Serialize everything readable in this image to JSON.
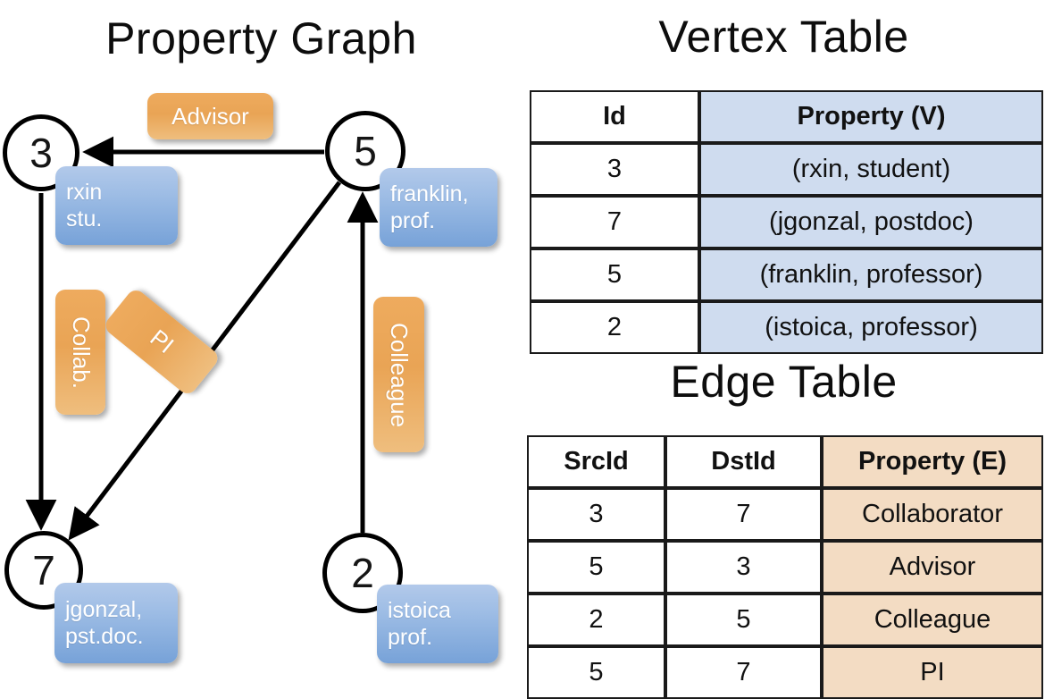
{
  "titles": {
    "property_graph": "Property Graph",
    "vertex_table": "Vertex Table",
    "edge_table": "Edge Table"
  },
  "graph": {
    "vertices": [
      {
        "id": "3",
        "property_label": "rxin\nstu.",
        "name_line": "rxin",
        "role_line": "stu."
      },
      {
        "id": "5",
        "property_label": "franklin,\nprof.",
        "name_line": "franklin,",
        "role_line": "prof."
      },
      {
        "id": "7",
        "property_label": "jgonzal,\npst.doc.",
        "name_line": "jgonzal,",
        "role_line": "pst.doc."
      },
      {
        "id": "2",
        "property_label": "istoica\nprof.",
        "name_line": "istoica",
        "role_line": "prof."
      }
    ],
    "edge_labels": [
      {
        "text": "Advisor",
        "orientation": "horizontal"
      },
      {
        "text": "Collab.",
        "orientation": "vertical"
      },
      {
        "text": "PI",
        "orientation": "diagonal"
      },
      {
        "text": "Colleague",
        "orientation": "vertical"
      }
    ],
    "arrows": [
      {
        "from": "5",
        "to": "3",
        "label": "Advisor"
      },
      {
        "from": "3",
        "to": "7",
        "label": "Collab."
      },
      {
        "from": "5",
        "to": "7",
        "label": "PI"
      },
      {
        "from": "2",
        "to": "5",
        "label": "Colleague"
      }
    ]
  },
  "vertex_table": {
    "headers": [
      "Id",
      "Property (V)"
    ],
    "rows": [
      [
        "3",
        "(rxin, student)"
      ],
      [
        "7",
        "(jgonzal, postdoc)"
      ],
      [
        "5",
        "(franklin, professor)"
      ],
      [
        "2",
        "(istoica, professor)"
      ]
    ]
  },
  "edge_table": {
    "headers": [
      "SrcId",
      "DstId",
      "Property (E)"
    ],
    "rows": [
      [
        "3",
        "7",
        "Collaborator"
      ],
      [
        "5",
        "3",
        "Advisor"
      ],
      [
        "2",
        "5",
        "Colleague"
      ],
      [
        "5",
        "7",
        "PI"
      ]
    ]
  },
  "colors": {
    "vertex_property_box": "#8ab0df",
    "edge_label_box": "#eaa85a",
    "vertex_table_property_cell": "#cfdcef",
    "edge_table_property_cell": "#f3dcc3",
    "stroke": "#000000",
    "background": "#ffffff"
  }
}
